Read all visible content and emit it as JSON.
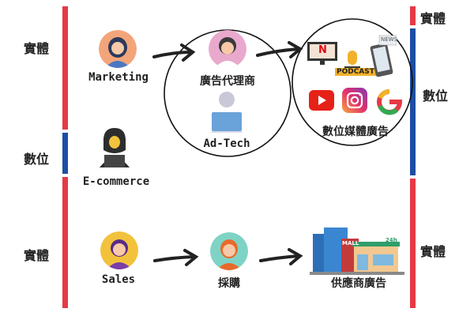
{
  "axis_labels": {
    "left_top": "實體",
    "left_mid": "數位",
    "left_bottom": "實體",
    "right_top": "實體",
    "right_mid": "數位",
    "right_bottom": "實體"
  },
  "nodes": {
    "marketing": "Marketing",
    "ad_agency": "廣告代理商",
    "ad_tech": "Ad-Tech",
    "digital_media": "數位媒體廣告",
    "ecommerce": "E-commerce",
    "sales": "Sales",
    "procurement": "採購",
    "supplier_ads": "供應商廣告"
  },
  "icons": {
    "podcast": "PODCAST",
    "news": "NEWS",
    "netflix": "N",
    "mall": "MALL",
    "store_sign": "24h"
  },
  "colors": {
    "physical": "#e63946",
    "digital": "#1d4ea3",
    "marketing_bg": "#f3a57a",
    "agency_bg": "#e9a9cc",
    "adtech_bg": "#d9d9e8",
    "sales_bg": "#f2c23c",
    "procure_bg": "#7fd3c4"
  }
}
